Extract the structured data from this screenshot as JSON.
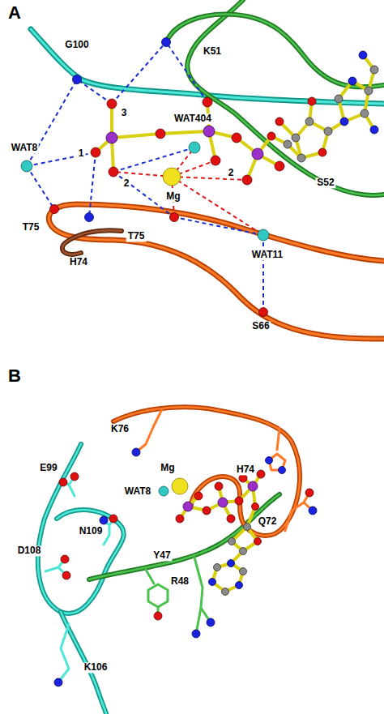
{
  "diagram": {
    "labels": [
      "A",
      "G100",
      "K51",
      "3",
      "WAT404",
      "WAT8",
      "1",
      "2",
      "Mg",
      "2",
      "S52",
      "T75",
      "T75",
      "H74",
      "WAT11",
      "S66",
      "B",
      "K76",
      "E99",
      "Mg",
      "WAT8",
      "H74",
      "N109",
      "Q72",
      "D108",
      "Y47",
      "R48",
      "K106"
    ]
  }
}
